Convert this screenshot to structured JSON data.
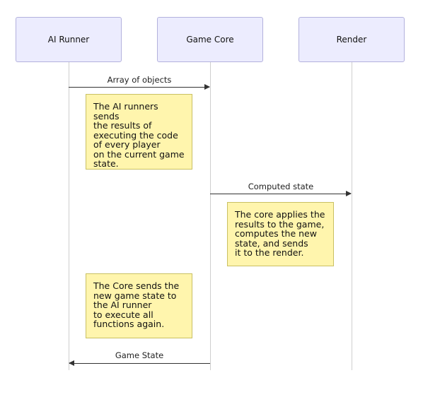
{
  "actors": [
    {
      "id": "ai-runner",
      "label": "AI Runner"
    },
    {
      "id": "game-core",
      "label": "Game Core"
    },
    {
      "id": "render",
      "label": "Render"
    }
  ],
  "messages": [
    {
      "label": "Array of objects",
      "from": "AI Runner",
      "to": "Game Core"
    },
    {
      "label": "Computed state",
      "from": "Game Core",
      "to": "Render"
    },
    {
      "label": "Game State",
      "from": "Game Core",
      "to": "AI Runner"
    }
  ],
  "notes": [
    {
      "text": "The AI runners sends\nthe results of\nexecuting the code\nof every player\non the current game\nstate."
    },
    {
      "text": "The core applies the\nresults to the game,\ncomputes the new\nstate, and sends\nit to the render."
    },
    {
      "text": "The Core sends the\nnew game state to\nthe AI runner\nto execute all\nfunctions again."
    }
  ]
}
